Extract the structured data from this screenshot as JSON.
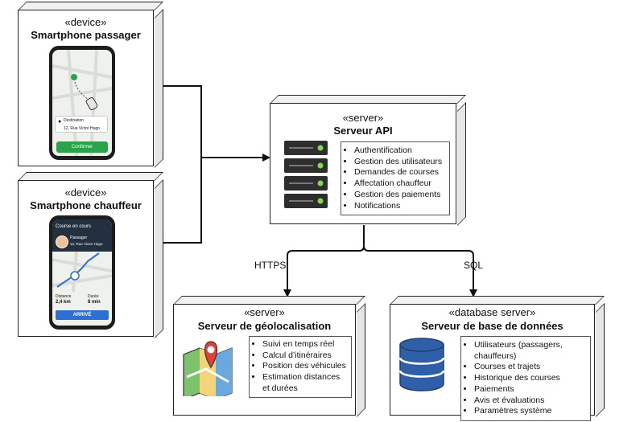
{
  "nodes": {
    "passenger": {
      "stereotype": "«device»",
      "title": "Smartphone passager",
      "screen": {
        "destination_label": "Destination",
        "destination_value": "12, Rue Victor Hugo",
        "confirm_button": "Confirmer"
      }
    },
    "driver": {
      "stereotype": "«device»",
      "title": "Smartphone chauffeur",
      "screen": {
        "header": "Course en cours",
        "passenger_label": "Passager",
        "passenger_address": "12, Rue Victor Hugo",
        "distance_label": "Distance",
        "distance_value": "2,4 km",
        "duration_label": "Durée",
        "duration_value": "8 min",
        "arrived_button": "ARRIVÉ"
      }
    },
    "api": {
      "stereotype": "«server»",
      "title": "Serveur API",
      "items": [
        "Authentification",
        "Gestion des utilisateurs",
        "Demandes de courses",
        "Affectation chauffeur",
        "Gestion des paiements",
        "Notifications"
      ]
    },
    "geo": {
      "stereotype": "«server»",
      "title": "Serveur de géolocalisation",
      "items": [
        "Suivi en temps réel",
        "Calcul d’itinéraires",
        "Position des véhicules",
        "Estimation distances et durées"
      ]
    },
    "db": {
      "stereotype": "«database server»",
      "title": "Serveur de base de données",
      "items": [
        "Utilisateurs (passagers, chauffeurs)",
        "Courses et trajets",
        "Historique des courses",
        "Paiements",
        "Avis et évaluations",
        "Paramètres système"
      ]
    }
  },
  "connections": {
    "https_label": "HTTPS",
    "sql_label": "SQL"
  },
  "colors": {
    "line": "#111111",
    "phone_frame": "#1c1c1c",
    "confirm_green": "#2aa34a",
    "led_green": "#7ed957",
    "driver_header": "#22303f",
    "arrive_blue": "#2f6fd1",
    "db_blue": "#2f5fa8",
    "pin_red": "#e0413a"
  }
}
